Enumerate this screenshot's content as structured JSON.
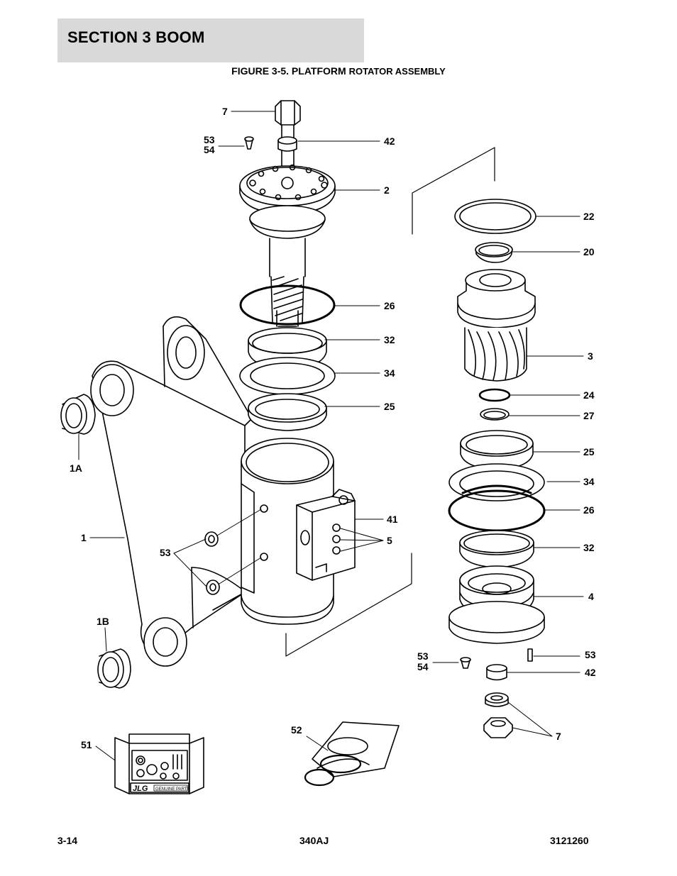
{
  "header": {
    "section": "SECTION 3   BOOM",
    "figure_title_main": "FIGURE 3-5. PLATFORM ",
    "figure_title_sub": "ROTATOR ASSEMBLY"
  },
  "callouts": [
    {
      "id": "c7a",
      "text": "7"
    },
    {
      "id": "c53a",
      "text": "53"
    },
    {
      "id": "c54a",
      "text": "54"
    },
    {
      "id": "c42a",
      "text": "42"
    },
    {
      "id": "c2",
      "text": "2"
    },
    {
      "id": "c22",
      "text": "22"
    },
    {
      "id": "c20",
      "text": "20"
    },
    {
      "id": "c26a",
      "text": "26"
    },
    {
      "id": "c32a",
      "text": "32"
    },
    {
      "id": "c3",
      "text": "3"
    },
    {
      "id": "c34a",
      "text": "34"
    },
    {
      "id": "c24",
      "text": "24"
    },
    {
      "id": "c25a",
      "text": "25"
    },
    {
      "id": "c27",
      "text": "27"
    },
    {
      "id": "c1a",
      "text": "1A"
    },
    {
      "id": "c25b",
      "text": "25"
    },
    {
      "id": "c34b",
      "text": "34"
    },
    {
      "id": "c41",
      "text": "41"
    },
    {
      "id": "c26b",
      "text": "26"
    },
    {
      "id": "c1",
      "text": "1"
    },
    {
      "id": "c5",
      "text": "5"
    },
    {
      "id": "c53b",
      "text": "53"
    },
    {
      "id": "c32b",
      "text": "32"
    },
    {
      "id": "c4",
      "text": "4"
    },
    {
      "id": "c1b",
      "text": "1B"
    },
    {
      "id": "c53c",
      "text": "53"
    },
    {
      "id": "c54c",
      "text": "54"
    },
    {
      "id": "c53d",
      "text": "53"
    },
    {
      "id": "c42b",
      "text": "42"
    },
    {
      "id": "c7b",
      "text": "7"
    },
    {
      "id": "c51",
      "text": "51"
    },
    {
      "id": "c52",
      "text": "52"
    }
  ],
  "kit": {
    "brand": "JLG",
    "tag": "GENUINE PARTS"
  },
  "footer": {
    "page": "3-14",
    "model": "340AJ",
    "doc": "3121260"
  }
}
